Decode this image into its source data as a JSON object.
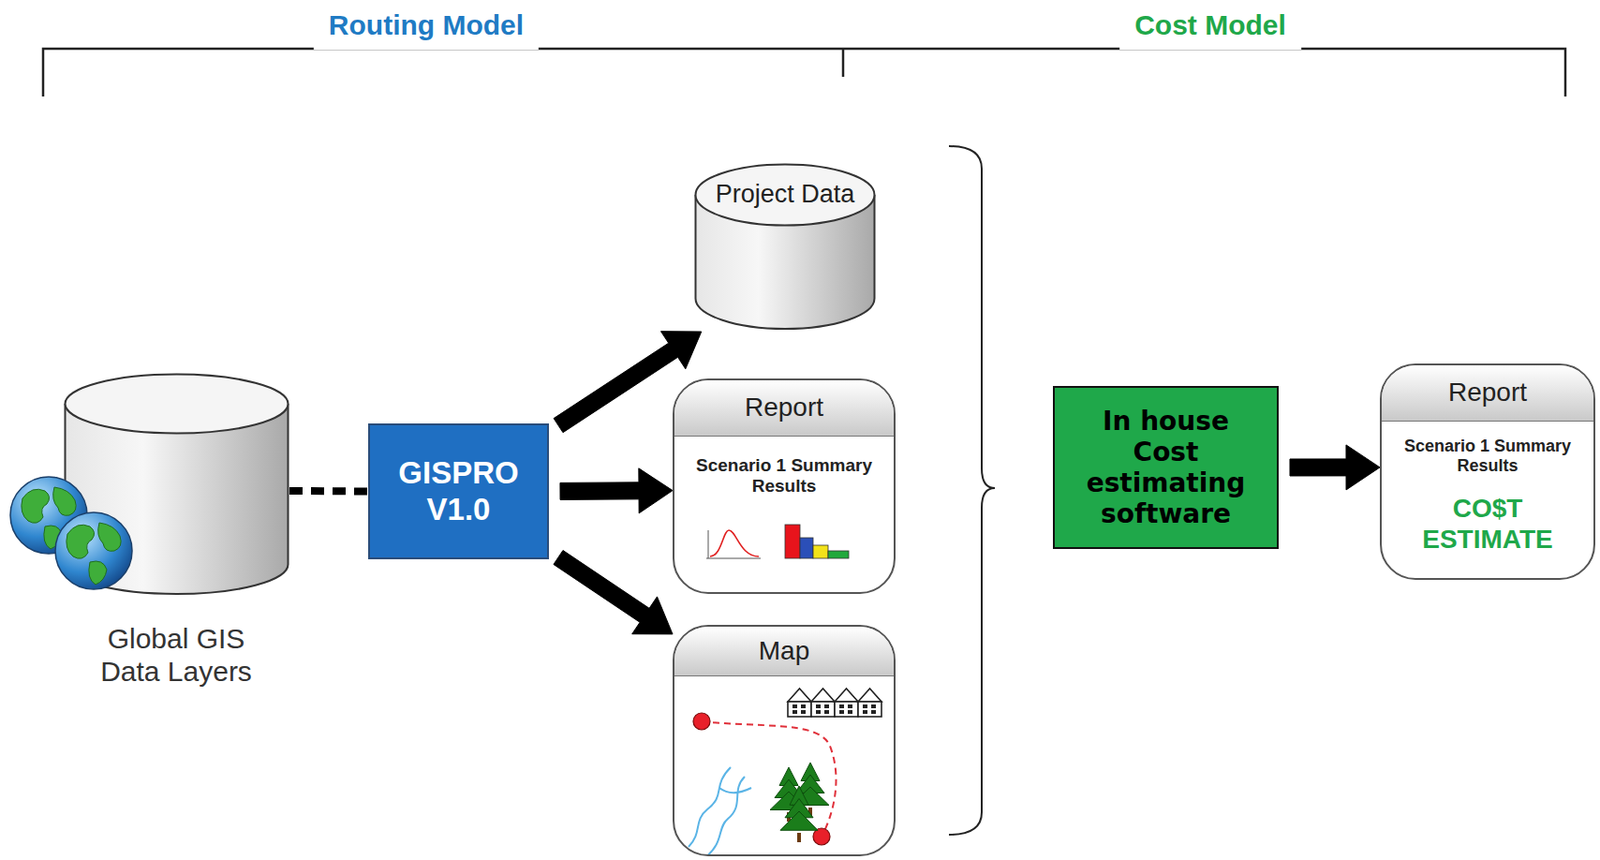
{
  "diagram": {
    "nodes": [
      {
        "text": [
          "Global GIS Data Layers"
        ]
      },
      {
        "text": [
          "GISPRO V1.0"
        ]
      },
      {
        "text": [
          "Project Data"
        ]
      },
      {
        "text": [
          "Report",
          "Scenario 1 Summary Results"
        ]
      },
      {
        "text": [
          "Map"
        ]
      },
      {
        "text": [
          "In house Cost estimating software"
        ]
      },
      {
        "text": [
          "Report",
          "Scenario 1 Summary Results",
          "CO$T ESTIMATE"
        ]
      }
    ],
    "edges": [
      {
        "from": 0,
        "to": 1,
        "arrow": "none"
      },
      {
        "from": 1,
        "to": 2,
        "arrow": "to"
      },
      {
        "from": 1,
        "to": 3,
        "arrow": "to"
      },
      {
        "from": 1,
        "to": 4,
        "arrow": "to"
      },
      {
        "from": 5,
        "to": 6,
        "arrow": "to"
      }
    ],
    "labels": [
      "Routing Model",
      "Cost Model"
    ]
  }
}
